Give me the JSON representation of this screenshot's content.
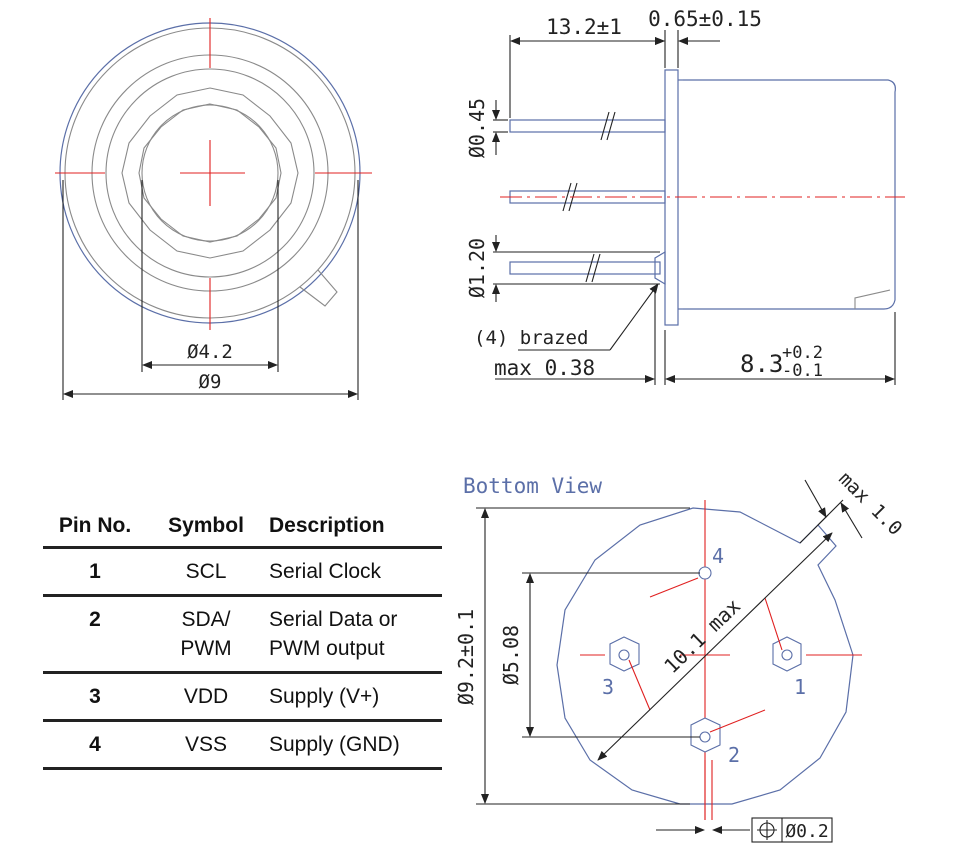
{
  "front_view": {
    "inner_dia": "Ø4.2",
    "outer_dia": "Ø9"
  },
  "side_view": {
    "lead_length": "13.2±1",
    "flange_thk": "0.65±0.15",
    "lead_dia": "Ø0.45",
    "braze_dia": "Ø1.20",
    "braze_note": "(4) brazed",
    "max_note": "max 0.38",
    "body_len_base": "8.3",
    "body_len_tol_plus": "+0.2",
    "body_len_tol_minus": "-0.1"
  },
  "bottom_view": {
    "title": "Bottom View",
    "max_tab": "max 1.0",
    "diag": "10.1 max",
    "pin_circle": "Ø5.08",
    "body_dia": "Ø9.2±0.1",
    "position_tol": "Ø0.2",
    "pin_labels": [
      "4",
      "3",
      "1",
      "2"
    ]
  },
  "pin_table": {
    "headers": [
      "Pin No.",
      "Symbol",
      "Description"
    ],
    "rows": [
      {
        "no": "1",
        "symbol": [
          "SCL"
        ],
        "description": [
          "Serial Clock"
        ]
      },
      {
        "no": "2",
        "symbol": [
          "SDA/",
          "PWM"
        ],
        "description": [
          "Serial Data or",
          "PWM output"
        ]
      },
      {
        "no": "3",
        "symbol": [
          "VDD"
        ],
        "description": [
          "Supply (V+)"
        ]
      },
      {
        "no": "4",
        "symbol": [
          "VSS"
        ],
        "description": [
          "Supply (GND)"
        ]
      }
    ]
  },
  "colors": {
    "outline": "#5b6fa8",
    "centerline": "#e02020",
    "dimension": "#222222"
  }
}
